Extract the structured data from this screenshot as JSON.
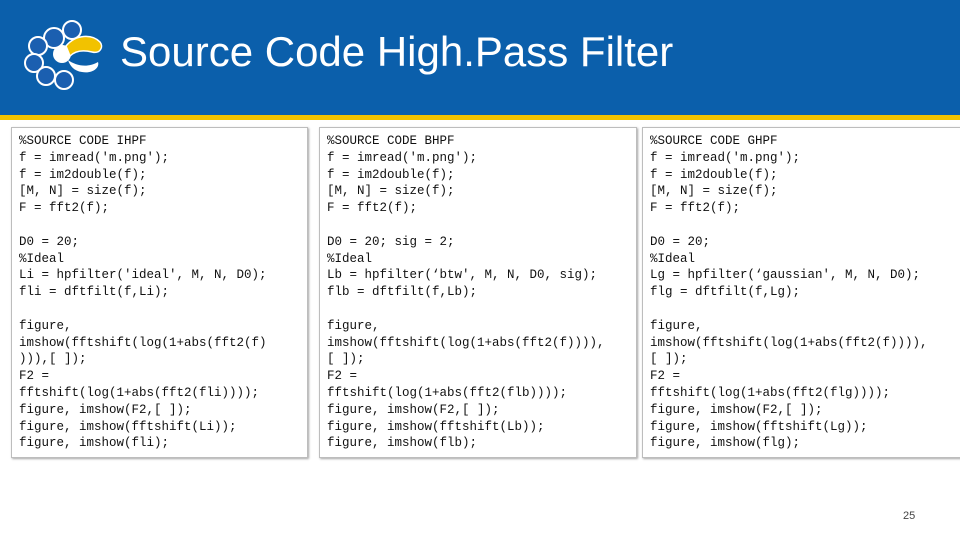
{
  "slide": {
    "title": "Source Code High.Pass Filter",
    "page_number": "25",
    "colors": {
      "header": "#0b5fab",
      "band": "#f2c200",
      "logo_yellow": "#f2c200",
      "logo_blue": "#1b5fb0"
    }
  },
  "panels": [
    {
      "block1": "%SOURCE CODE IHPF\nf = imread('m.png');\nf = im2double(f);\n[M, N] = size(f);\nF = fft2(f);",
      "block2": "D0 = 20;\n%Ideal\nLi = hpfilter('ideal', M, N, D0);\nfli = dftfilt(f,Li);",
      "block3": "figure,\nimshow(fftshift(log(1+abs(fft2(f)\n))),[ ]);\nF2 =\nfftshift(log(1+abs(fft2(fli))));\nfigure, imshow(F2,[ ]);\nfigure, imshow(fftshift(Li));\nfigure, imshow(fli);"
    },
    {
      "block1": "%SOURCE CODE BHPF\nf = imread('m.png');\nf = im2double(f);\n[M, N] = size(f);\nF = fft2(f);",
      "block2": "D0 = 20; sig = 2;\n%Ideal\nLb = hpfilter(‘btw', M, N, D0, sig);\nflb = dftfilt(f,Lb);",
      "block3": "figure,\nimshow(fftshift(log(1+abs(fft2(f)))),\n[ ]);\nF2 =\nfftshift(log(1+abs(fft2(flb))));\nfigure, imshow(F2,[ ]);\nfigure, imshow(fftshift(Lb));\nfigure, imshow(flb);"
    },
    {
      "block1": "%SOURCE CODE GHPF\nf = imread('m.png');\nf = im2double(f);\n[M, N] = size(f);\nF = fft2(f);",
      "block2": "D0 = 20;\n%Ideal\nLg = hpfilter(‘gaussian', M, N, D0);\nflg = dftfilt(f,Lg);",
      "block3": "figure,\nimshow(fftshift(log(1+abs(fft2(f)))),\n[ ]);\nF2 =\nfftshift(log(1+abs(fft2(flg))));\nfigure, imshow(F2,[ ]);\nfigure, imshow(fftshift(Lg));\nfigure, imshow(flg);"
    }
  ]
}
